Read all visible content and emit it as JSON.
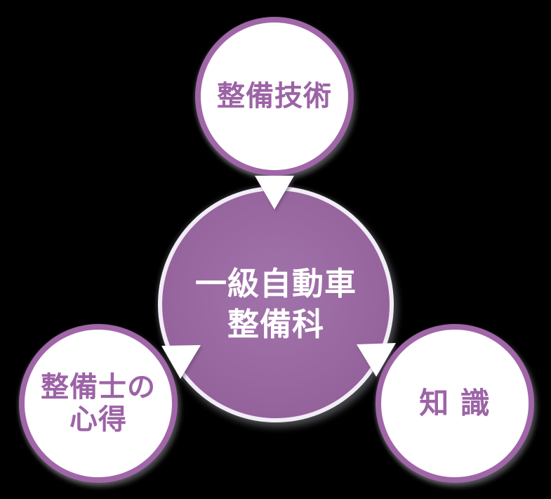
{
  "diagram": {
    "type": "converging-radial",
    "background_color": "#000000",
    "colors": {
      "satellite_border_purple": "#A066A8",
      "satellite_fill": "#FFFFFF",
      "satellite_text_purple": "#9C63A6",
      "center_fill_purple_light": "#A173AB",
      "center_fill_purple_dark": "#8E5B98",
      "center_ring_lavender": "#F2ECF6",
      "center_text_white": "#FFFFFF",
      "arrow_fill_white": "#FFFFFF"
    },
    "center": {
      "lines": [
        "一級自動車",
        "整備科"
      ]
    },
    "satellites": [
      {
        "position": "top",
        "lines": [
          "整備技術"
        ]
      },
      {
        "position": "bottom-left",
        "lines": [
          "整備士の",
          "心得"
        ]
      },
      {
        "position": "bottom-right",
        "lines": [
          "知 識"
        ]
      }
    ],
    "arrows": [
      {
        "id": "top",
        "direction": "down"
      },
      {
        "id": "bottom-left",
        "direction": "down"
      },
      {
        "id": "bottom-right",
        "direction": "down"
      }
    ]
  }
}
